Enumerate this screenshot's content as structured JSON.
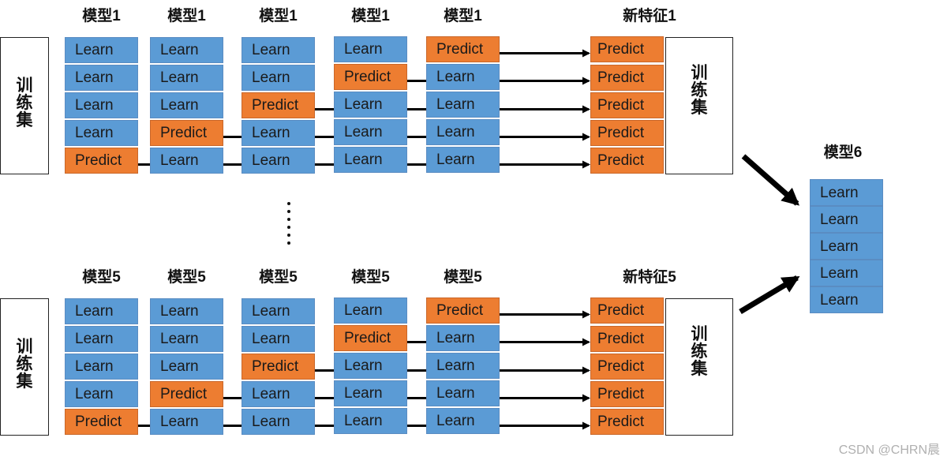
{
  "model_col_labels_top": [
    "模型1",
    "模型1",
    "模型1",
    "模型1",
    "模型1"
  ],
  "model_col_labels_bottom": [
    "模型5",
    "模型5",
    "模型5",
    "模型5",
    "模型5"
  ],
  "new_feature_label_top": "新特征1",
  "new_feature_label_bottom": "新特征5",
  "train_set_label": "训练集",
  "train_set_chars": [
    "训",
    "练",
    "集"
  ],
  "cell_learn": "Learn",
  "cell_predict": "Predict",
  "final_model_label": "模型6",
  "final_model_cells": [
    "Learn",
    "Learn",
    "Learn",
    "Learn",
    "Learn"
  ],
  "watermark": "CSDN @CHRN晨",
  "colors": {
    "learn": "#5b9bd5",
    "predict": "#ed7d31",
    "arrow": "#000000"
  }
}
